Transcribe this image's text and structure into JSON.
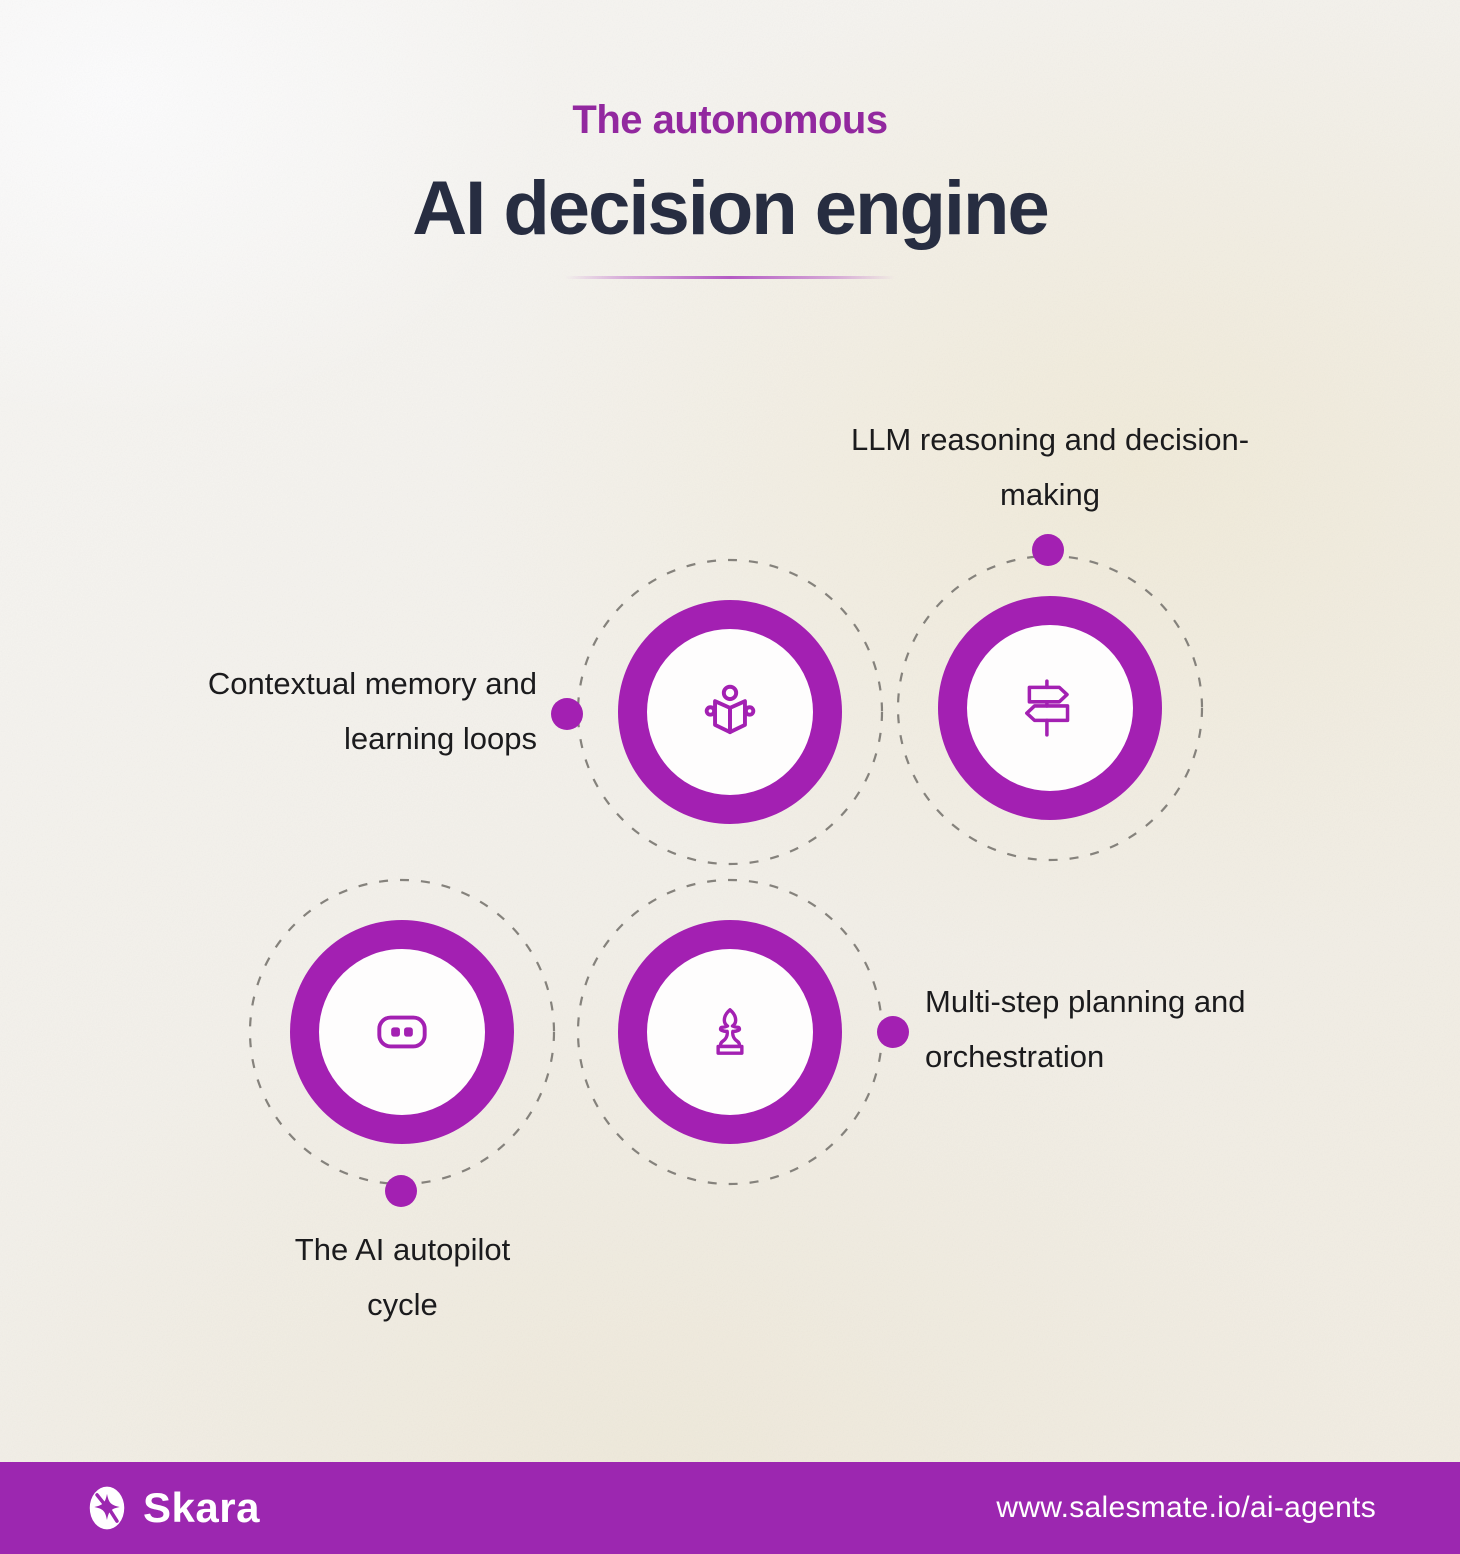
{
  "title": {
    "eyebrow": "The autonomous",
    "main": "AI decision engine"
  },
  "nodes": [
    {
      "label": "Contextual memory and learning loops",
      "icon": "book-reader-icon"
    },
    {
      "label": "LLM reasoning and decision-making",
      "icon": "signpost-icon"
    },
    {
      "label": "The AI autopilot cycle",
      "icon": "autopilot-robot-icon"
    },
    {
      "label": "Multi-step planning and orchestration",
      "icon": "chess-pawn-icon"
    }
  ],
  "footer": {
    "brand": "Skara",
    "url": "www.salesmate.io/ai-agents"
  },
  "colors": {
    "accent": "#a320b2",
    "eyebrow": "#92289f",
    "title": "#272d41",
    "label": "#1b1b1d",
    "footer-bg": "#9c27b0",
    "orbit-dash": "#85827c"
  }
}
